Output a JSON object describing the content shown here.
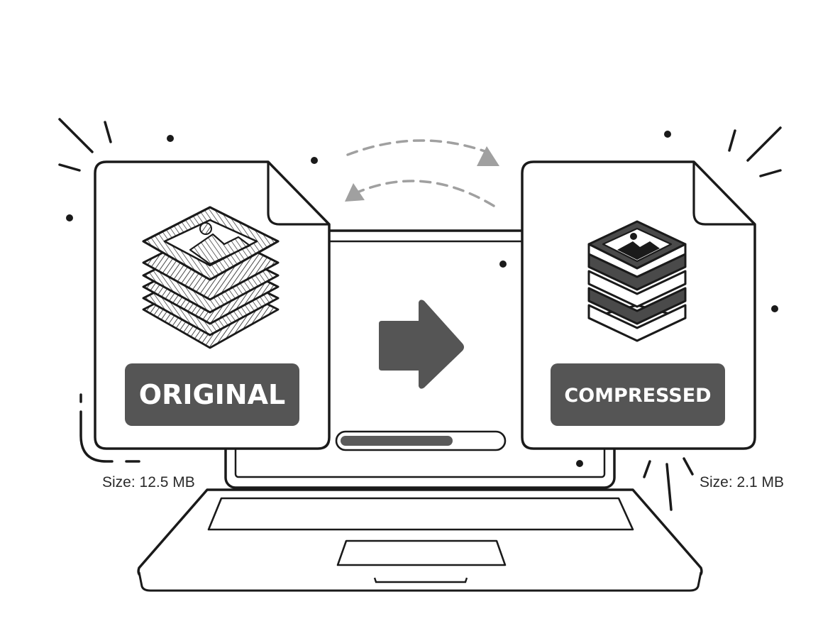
{
  "original": {
    "badge": "ORIGINAL",
    "size_text": "Size: 12.5 MB",
    "icon": "layered-image-stack-icon"
  },
  "compressed": {
    "badge": "COMPRESSED",
    "size_text": "Size: 2.1 MB",
    "icon": "compact-image-stack-icon"
  },
  "progress": {
    "fraction": 0.7
  },
  "colors": {
    "ink": "#1a1a1a",
    "badge_fill": "#555555",
    "arrow_fill": "#555555",
    "dashed_arrow": "#a0a0a0",
    "progress_fill": "#5a5a5a"
  }
}
